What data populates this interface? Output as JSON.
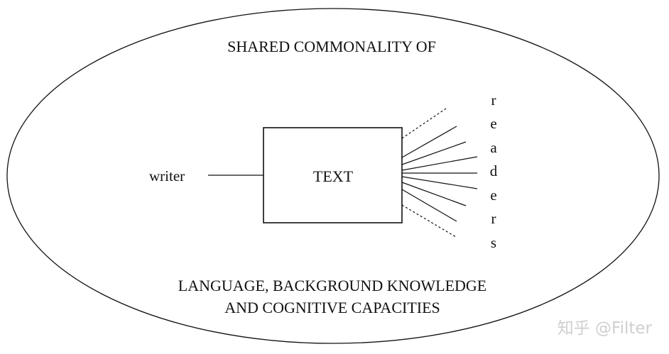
{
  "diagram": {
    "top_label": "SHARED COMMONALITY OF",
    "bottom_label_line1": "LANGUAGE, BACKGROUND KNOWLEDGE",
    "bottom_label_line2": "AND COGNITIVE CAPACITIES",
    "box_label": "TEXT",
    "left_label": "writer",
    "right_label_letters": [
      "r",
      "e",
      "a",
      "d",
      "e",
      "r",
      "s"
    ]
  },
  "watermark": "知乎 @Filter"
}
